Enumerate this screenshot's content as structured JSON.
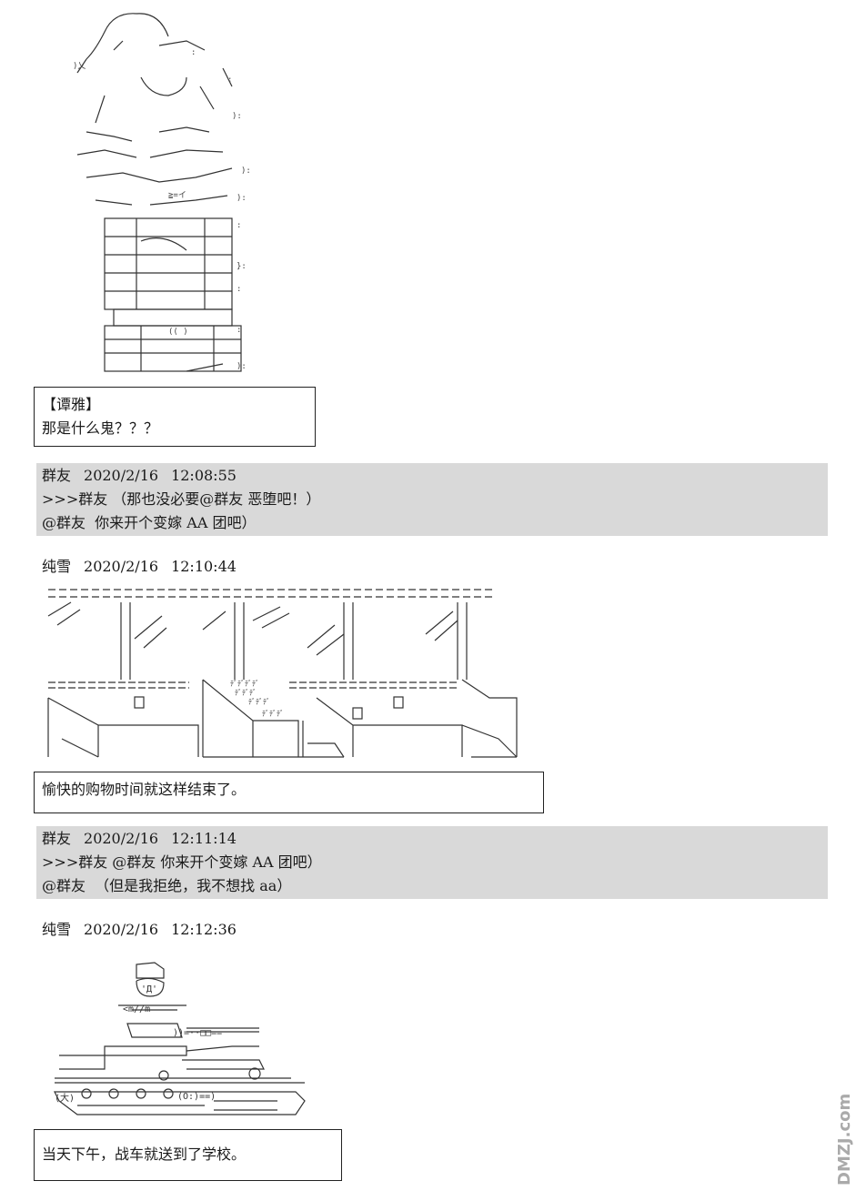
{
  "box1": {
    "speaker": "【谭雅】",
    "text": "那是什么鬼？？？"
  },
  "post1": {
    "user": "群友",
    "date": "2020/2/16",
    "time": "12:08:55",
    "lines": [
      ">>>群友 （那也没必要@群友 恶堕吧！）",
      "@群友  你来开个变嫁 AA 团吧）"
    ]
  },
  "post2": {
    "user": "纯雪",
    "date": "2020/2/16",
    "time": "12:10:44"
  },
  "box2": {
    "text": "愉快的购物时间就这样结束了。"
  },
  "post3": {
    "user": "群友",
    "date": "2020/2/16",
    "time": "12:11:14",
    "lines": [
      ">>>群友 @群友 你来开个变嫁 AA 团吧）",
      "@群友  （但是我拒绝，我不想找 aa）"
    ]
  },
  "post4": {
    "user": "纯雪",
    "date": "2020/2/16",
    "time": "12:12:36"
  },
  "box3": {
    "text": "当天下午，战车就送到了学校。"
  },
  "tank_label": "(大)",
  "watermark": "DMZJ.com"
}
